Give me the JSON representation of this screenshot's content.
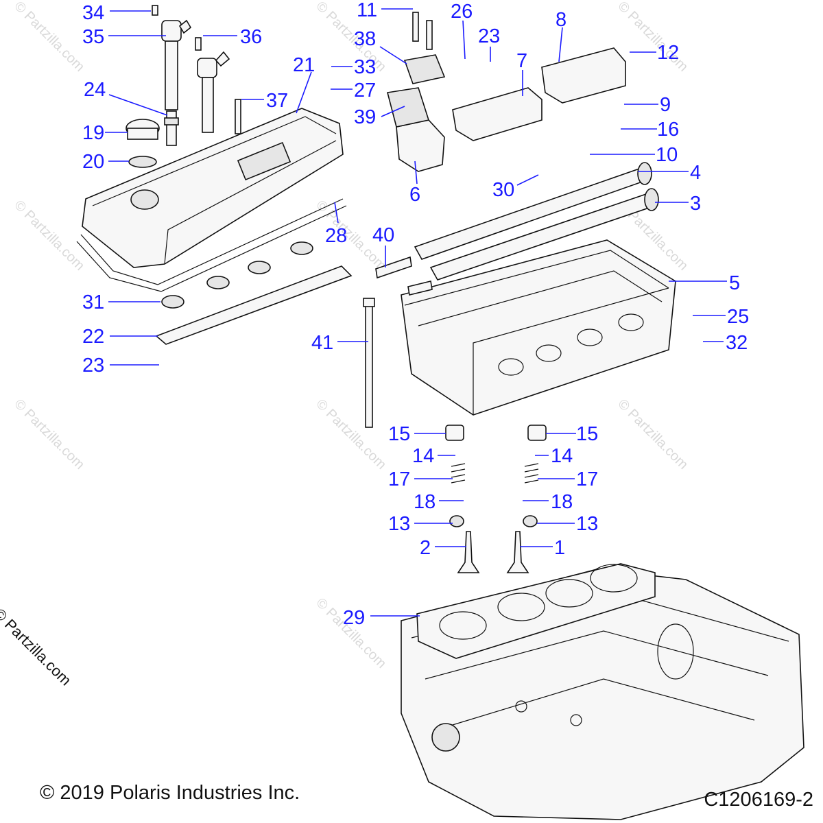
{
  "copyright": "© 2019 Polaris Industries Inc.",
  "figure_id": "C1206169-2",
  "watermark": "© Partzilla.com",
  "callouts": [
    "34",
    "35",
    "36",
    "11",
    "26",
    "23",
    "8",
    "12",
    "38",
    "33",
    "21",
    "27",
    "7",
    "24",
    "37",
    "39",
    "9",
    "19",
    "16",
    "20",
    "10",
    "4",
    "6",
    "30",
    "28",
    "3",
    "40",
    "5",
    "31",
    "25",
    "22",
    "41",
    "32",
    "23",
    "15",
    "15",
    "14",
    "14",
    "17",
    "17",
    "18",
    "18",
    "13",
    "13",
    "2",
    "1",
    "29"
  ],
  "colors": {
    "callout": "#1a1aff",
    "line_art": "#111111",
    "watermark": "#d9d9d9"
  }
}
